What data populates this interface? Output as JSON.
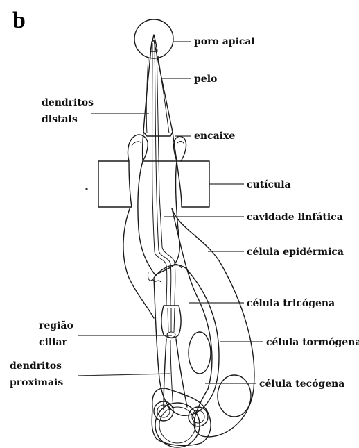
{
  "panel_letter": "b",
  "labels": {
    "poro_apical": "poro apical",
    "pelo": "pelo",
    "dendritos_distais_1": "dendritos",
    "dendritos_distais_2": "distais",
    "encaixe": "encaixe",
    "cuticula": "cutícula",
    "cavidade_linfatica": "cavidade linfática",
    "celula_epidermica": "célula epidérmica",
    "celula_tricogena": "célula tricógena",
    "regiao_ciliar_1": "região",
    "regiao_ciliar_2": "ciliar",
    "celula_tormogena": "célula tormógena",
    "dendritos_proximais_1": "dendritos",
    "dendritos_proximais_2": "proximais",
    "celula_tecogena": "célula tecógena"
  },
  "colors": {
    "ink": "#1a1a1a",
    "background": "#ffffff",
    "stipple": "#555555"
  }
}
